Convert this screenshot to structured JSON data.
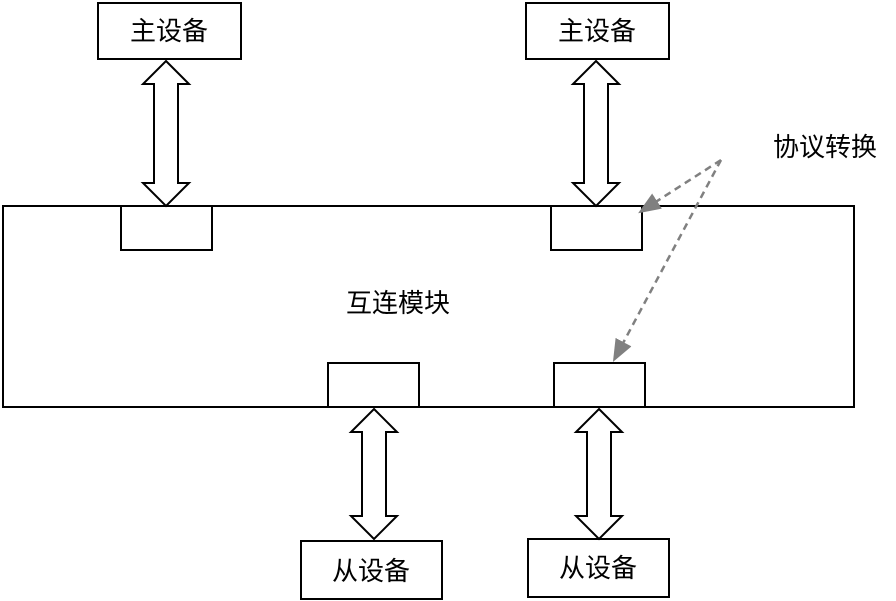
{
  "master_devices": [
    {
      "label": "主设备"
    },
    {
      "label": "主设备"
    }
  ],
  "slave_devices": [
    {
      "label": "从设备"
    },
    {
      "label": "从设备"
    }
  ],
  "interconnect": {
    "label": "互连模块"
  },
  "protocol_conversion": {
    "label": "协议转换"
  },
  "colors": {
    "line": "#000000",
    "dashed_arrow": "#808080",
    "background": "#ffffff"
  }
}
